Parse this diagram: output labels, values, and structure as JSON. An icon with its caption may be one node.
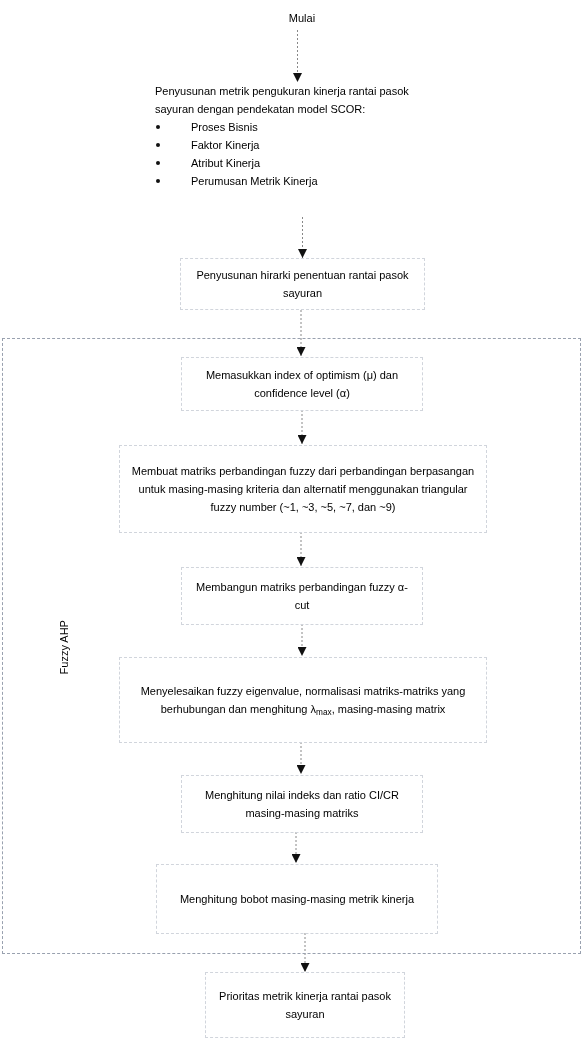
{
  "diagram": {
    "nodes": [
      {
        "text": [
          "Mulai"
        ]
      },
      {
        "text": [
          "Penyusunan metrik pengukuran kinerja rantai pasok sayuran dengan pendekatan model SCOR:",
          "Proses Bisnis",
          "Faktor Kinerja",
          "Atribut Kinerja",
          "Perumusan Metrik Kinerja"
        ]
      },
      {
        "text": [
          "Penyusunan hirarki penentuan rantai pasok sayuran"
        ]
      },
      {
        "text": [
          "Fuzzy AHP"
        ]
      },
      {
        "text": [
          "Memasukkan index of optimism (μ) dan confidence level (α)"
        ],
        "in": 3
      },
      {
        "text": [
          "Membuat matriks perbandingan fuzzy dari perbandingan berpasangan untuk masing-masing kriteria dan alternatif menggunakan triangular fuzzy number (~1, ~3, ~5, ~7, dan ~9)"
        ],
        "in": 3
      },
      {
        "text": [
          "Membangun matriks perbandingan fuzzy α-cut"
        ],
        "in": 3
      },
      {
        "text": [
          "Menyelesaikan fuzzy eigenvalue, normalisasi matriks-matriks yang berhubungan dan menghitung λ$_{max}$, masing-masing matrix"
        ],
        "in": 3
      },
      {
        "text": [
          "Menghitung nilai indeks dan ratio CI/CR masing-masing matriks"
        ],
        "in": 3
      },
      {
        "text": [
          "Menghitung bobot masing-masing metrik kinerja"
        ],
        "in": 3
      },
      {
        "text": [
          "Prioritas metrik kinerja rantai pasok sayuran"
        ]
      }
    ],
    "edges": [
      {
        "from": 0,
        "to": 1,
        "arrow": "to"
      },
      {
        "from": 1,
        "to": 2,
        "arrow": "to"
      },
      {
        "from": 2,
        "to": 4,
        "arrow": "to"
      },
      {
        "from": 4,
        "to": 5,
        "arrow": "to"
      },
      {
        "from": 5,
        "to": 6,
        "arrow": "to"
      },
      {
        "from": 6,
        "to": 7,
        "arrow": "to"
      },
      {
        "from": 7,
        "to": 8,
        "arrow": "to"
      },
      {
        "from": 8,
        "to": 9,
        "arrow": "to"
      },
      {
        "from": 9,
        "to": 10,
        "arrow": "to"
      }
    ]
  }
}
